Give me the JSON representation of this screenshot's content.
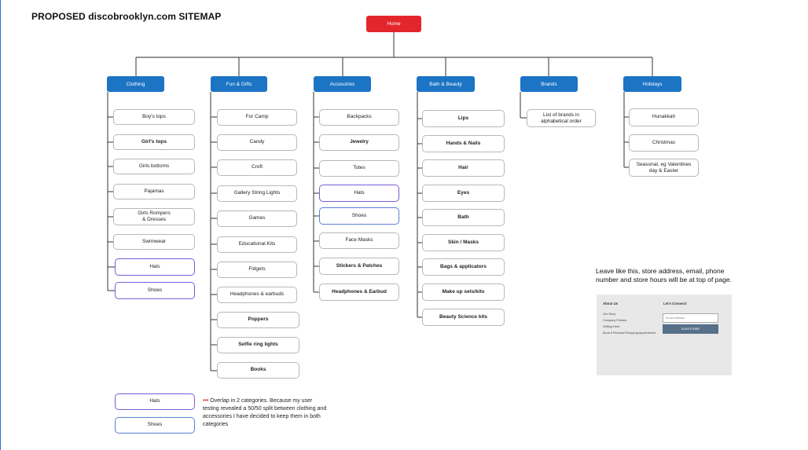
{
  "title": "PROPOSED discobrooklyn.com SITEMAP",
  "home": "Home",
  "categories": {
    "clothing": {
      "label": "Clothing",
      "items": [
        "Boy's tops",
        "Girl's tops",
        "Girls bottoms",
        "Pajamas",
        "Girls Rompers\n& Dresses",
        "Swimwear",
        "Hats",
        "Shoes"
      ]
    },
    "fun": {
      "label": "Fun & Gifts",
      "items": [
        "For Camp",
        "Candy",
        "Croft",
        "Gallery String Lights",
        "Games",
        "Educational Kits",
        "Fidgets",
        "Headphones & earbuds",
        "Poppers",
        "Selfie ring lights",
        "Books"
      ]
    },
    "accessories": {
      "label": "Accesories",
      "items": [
        "Backpacks",
        "Jewelry",
        "Totes",
        "Hats",
        "Shoes",
        "Face Masks",
        "Stickers & Patches",
        "Headphones & Earbud"
      ]
    },
    "bath": {
      "label": "Bath & Beauty",
      "items": [
        "Lips",
        "Hands & Nails",
        "Hair",
        "Eyes",
        "Bath",
        "Skin / Masks",
        "Bags & applicators",
        "Make up sets/kits",
        "Beauty Science kits"
      ]
    },
    "brands": {
      "label": "Brands",
      "items": [
        "List of brands in\nalphabetical order"
      ]
    },
    "holidays": {
      "label": "Holidays",
      "items": [
        "Hunakkah",
        "Christmas",
        "Seasonal, eg Valentines\nday & Easter"
      ]
    }
  },
  "legend": {
    "hats": "Hats",
    "shoes": "Shoes",
    "note_marker": "•••",
    "note_text": " Overlap in 2 categories. Because my user testing revealed a 50/50 split between clothing and accessories I have decided to keep them in both categories"
  },
  "footer_note": "Leave like this, store address, email, phone number and store hours will be at top of page.",
  "footer_mock": {
    "about_heading": "About Us",
    "links": [
      "Our Story",
      "Company Policies",
      "Getting Here",
      "Book A Personal Shopping Appointment"
    ],
    "connect_heading": "Let's Connect!",
    "email_placeholder": "Email address",
    "subscribe": "SUBSCRIBE"
  },
  "colors": {
    "home": "#e3262b",
    "category": "#1c74c4",
    "overlap_border": "#7b5bd6"
  }
}
